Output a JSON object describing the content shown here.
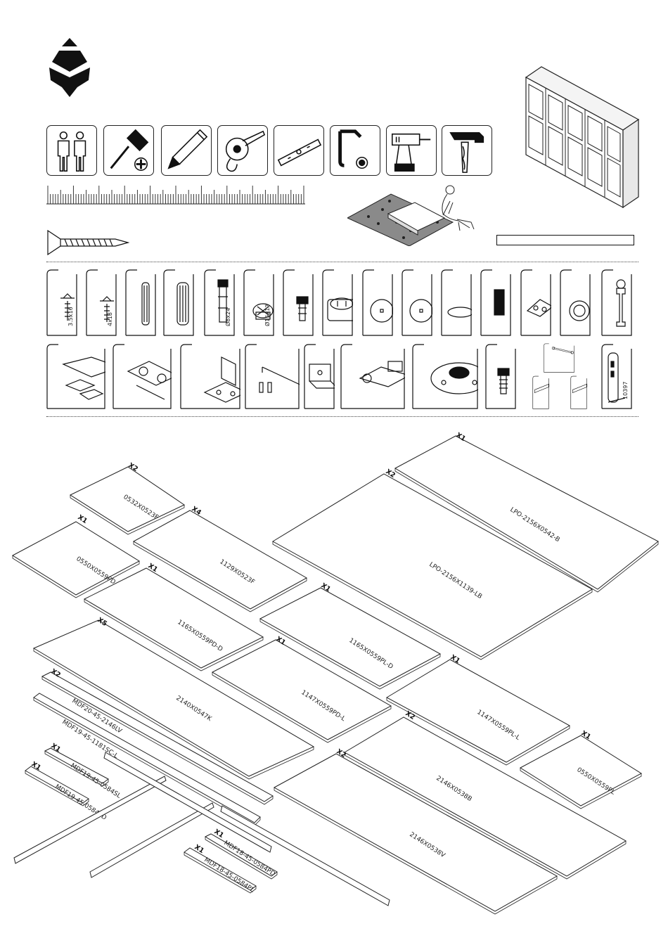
{
  "tools": [
    {
      "name": "two-people-icon"
    },
    {
      "name": "phillips-screwdriver-icon"
    },
    {
      "name": "pencil-icon"
    },
    {
      "name": "tape-measure-icon"
    },
    {
      "name": "spirit-level-icon"
    },
    {
      "name": "hex-key-icon"
    },
    {
      "name": "drill-icon"
    },
    {
      "name": "hammer-icon"
    }
  ],
  "hardware_row1": [
    {
      "name": "screw-3-5x16",
      "label": "3.5x16"
    },
    {
      "name": "screw-4x18",
      "label": "4x18"
    },
    {
      "name": "wood-dowel-small"
    },
    {
      "name": "wood-dowel-large"
    },
    {
      "name": "cam-bolt",
      "label": "Ø8x24"
    },
    {
      "name": "cam-lock",
      "label": "Ø15x13"
    },
    {
      "name": "shelf-support-pin"
    },
    {
      "name": "cam-housing"
    },
    {
      "name": "cap-cover-1"
    },
    {
      "name": "cap-cover-2"
    },
    {
      "name": "felt-pad"
    },
    {
      "name": "black-bumper"
    },
    {
      "name": "bracket-clip"
    },
    {
      "name": "rubber-stopper"
    },
    {
      "name": "hanging-rail-support"
    }
  ],
  "hardware_row2": [
    {
      "name": "drawer-runner-set"
    },
    {
      "name": "door-hinge"
    },
    {
      "name": "hinge-mounting-plate"
    },
    {
      "name": "door-handle"
    },
    {
      "name": "shelf-bracket"
    },
    {
      "name": "wall-anchor-bracket"
    },
    {
      "name": "base-foot-disc"
    },
    {
      "name": "short-screw"
    },
    {
      "name": "clothes-rail"
    },
    {
      "name": "rail-end-left"
    },
    {
      "name": "rail-end-right"
    },
    {
      "name": "wall-safety-strap",
      "label": "10397"
    }
  ],
  "panels": [
    {
      "qty": "X2",
      "code": "0532X0523F"
    },
    {
      "qty": "X1",
      "code": "0550X0559PD"
    },
    {
      "qty": "X4",
      "code": "1129X0523F"
    },
    {
      "qty": "X1",
      "code": "1165X0559PD-D"
    },
    {
      "qty": "X1",
      "code": "LPO-2156X0542-B"
    },
    {
      "qty": "X2",
      "code": "LPO-2156X1139-LB"
    },
    {
      "qty": "X1",
      "code": "1165X0559PL-D"
    },
    {
      "qty": "X5",
      "code": "2140X0547K"
    },
    {
      "qty": "X1",
      "code": "1147X0559PD-L"
    },
    {
      "qty": "X1",
      "code": "1147X0559PL-L"
    },
    {
      "qty": "X2",
      "code": "MDF20-45-2146LV"
    },
    {
      "qty": "",
      "code": "MDF19-45-1181SC-L"
    },
    {
      "qty": "X2",
      "code": "2146X0538B"
    },
    {
      "qty": "X1",
      "code": "0550X0559PL"
    },
    {
      "qty": "X1",
      "code": "MDF19-45-0584SL"
    },
    {
      "qty": "X1",
      "code": "MDF19-45-0584SD"
    },
    {
      "qty": "X2",
      "code": "2146X0538V"
    },
    {
      "qty": "X1",
      "code": "MDF18-45-0584PD"
    },
    {
      "qty": "X1",
      "code": "MDF18-45-0584PL"
    }
  ]
}
